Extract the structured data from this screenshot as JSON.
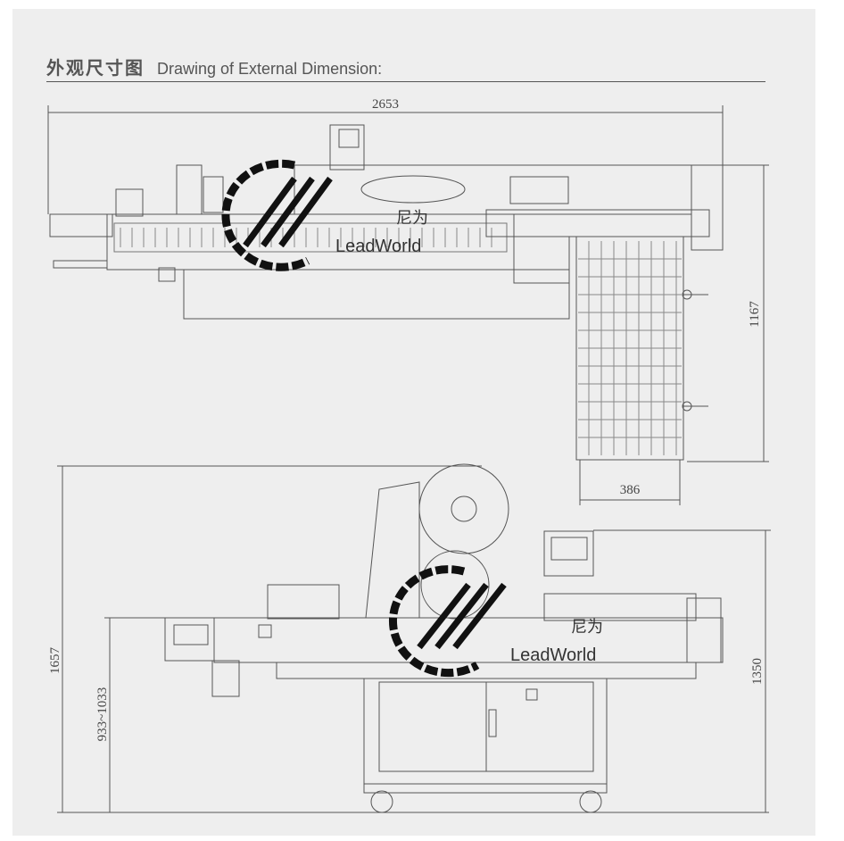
{
  "title": {
    "cn": "外观尺寸图",
    "en": "Drawing of External Dimension:"
  },
  "top_view": {
    "dimensions": {
      "length": "2653",
      "width": "1167",
      "conveyor_width": "386"
    },
    "watermark": {
      "cn": "尼为",
      "en": "LeadWorld"
    }
  },
  "front_view": {
    "dimensions": {
      "total_height": "1657",
      "work_height": "933~1033",
      "body_height": "1350"
    },
    "watermark": {
      "cn": "尼为",
      "en": "LeadWorld"
    }
  }
}
